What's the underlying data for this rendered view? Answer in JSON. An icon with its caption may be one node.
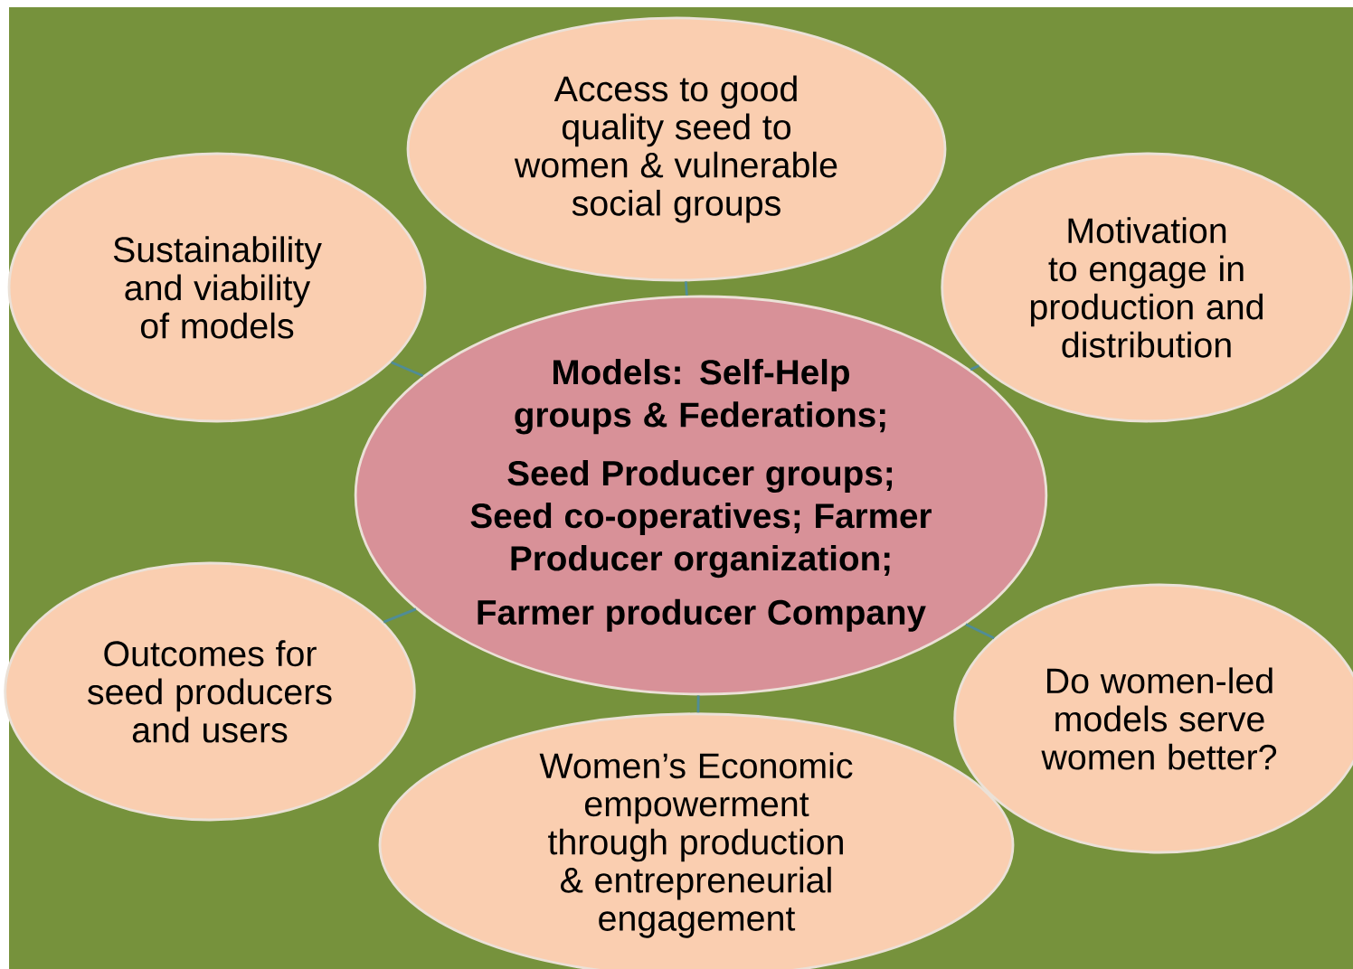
{
  "diagram": {
    "nodes": [
      {
        "text": [
          "Models: Self-Help groups & Federations;",
          "Seed Producer groups; Seed co-operatives; Farmer Producer organization;",
          "Farmer producer Company"
        ]
      },
      {
        "text": [
          "Access to good quality seed to women & vulnerable social groups"
        ]
      },
      {
        "text": [
          "Sustainability and viability of models"
        ]
      },
      {
        "text": [
          "Motivation to engage in production and distribution"
        ]
      },
      {
        "text": [
          "Outcomes for seed producers and users"
        ]
      },
      {
        "text": [
          "Do women-led models serve women better?"
        ]
      },
      {
        "text": [
          "Women’s Economic empowerment through production & entrepreneurial engagement"
        ]
      }
    ],
    "edges": [
      {
        "from": 0,
        "to": 1,
        "arrow": "none"
      },
      {
        "from": 0,
        "to": 2,
        "arrow": "none"
      },
      {
        "from": 0,
        "to": 3,
        "arrow": "none"
      },
      {
        "from": 0,
        "to": 4,
        "arrow": "none"
      },
      {
        "from": 0,
        "to": 5,
        "arrow": "none"
      },
      {
        "from": 0,
        "to": 6,
        "arrow": "none"
      }
    ]
  }
}
